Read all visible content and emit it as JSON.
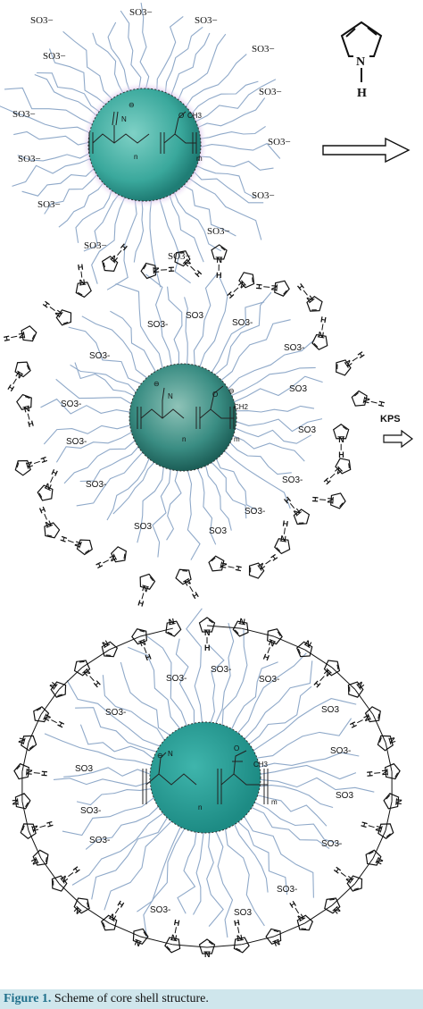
{
  "labels": {
    "so3_charged": "SO3−",
    "so3": "SO3",
    "so3_minus": "SO3-",
    "n": "N",
    "h": "H",
    "kps": "KPS",
    "minus": "⊖",
    "ch3": "CH3",
    "ch3_alt": "CH2",
    "o": "O",
    "sub_n": "n",
    "sub_m": "m"
  },
  "caption": {
    "prefix": "Figure 1.",
    "text": "Scheme of core shell structure."
  },
  "colors": {
    "core": "#3aa89c",
    "core_dark": "#1f7d75",
    "halo": "#b58ad8",
    "hair": "#8fa9c9",
    "caption_bg": "#cfe6ec",
    "figure_label": "#1f6f8b"
  }
}
